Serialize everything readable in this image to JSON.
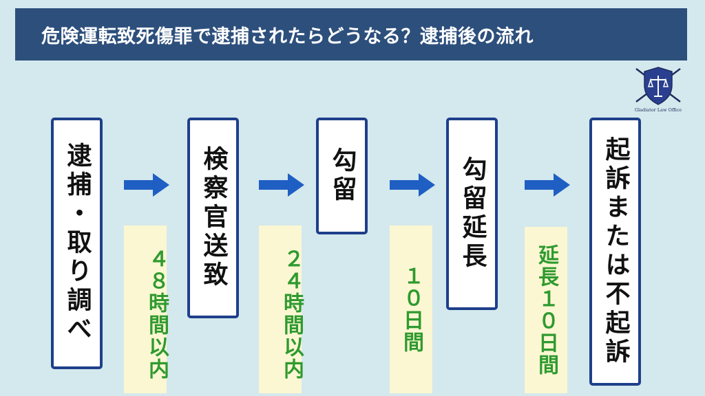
{
  "title": "危険運転致死傷罪で逮捕されたらどうなる？逮捕後の流れ",
  "logo": {
    "text": "Gladiator Law Office",
    "icon": "shield-scales-icon"
  },
  "steps": [
    {
      "label": "逮捕・取り調べ"
    },
    {
      "label": "検察官送致"
    },
    {
      "label": "勾留"
    },
    {
      "label": "勾留延長"
    },
    {
      "label": "起訴または不起訴"
    }
  ],
  "durations": [
    {
      "label": "４８時間以内"
    },
    {
      "label": "２４時間以内"
    },
    {
      "label": "１０日間"
    },
    {
      "label": "延長１０日間"
    }
  ],
  "colors": {
    "title_bg": "#2d4f7c",
    "box_border": "#1e3f8a",
    "arrow": "#1f5fc4",
    "duration_text": "#2f9a2f",
    "duration_bg": "#fbf7d2",
    "background": "#d4e9ed"
  }
}
